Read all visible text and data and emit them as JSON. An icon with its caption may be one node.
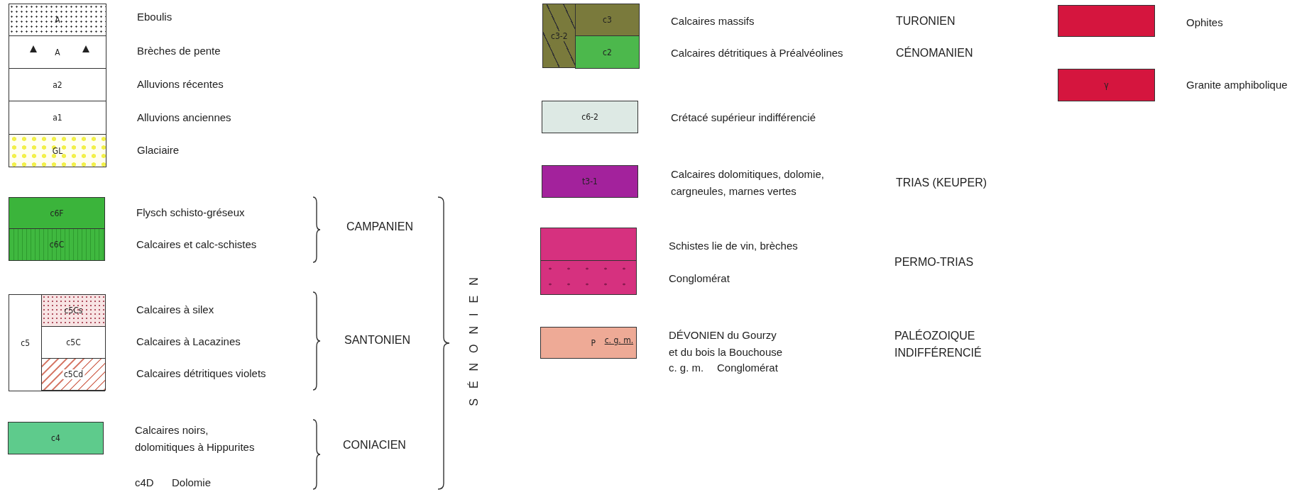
{
  "diagram": {
    "nodes": [
      {
        "text": [
          "A"
        ],
        "beside": [
          "Eboulis"
        ]
      },
      {
        "text": [
          "A"
        ],
        "beside": [
          "Brèches de pente"
        ]
      },
      {
        "text": [
          "a2"
        ],
        "beside": [
          "Alluvions récentes"
        ]
      },
      {
        "text": [
          "a1"
        ],
        "beside": [
          "Alluvions anciennes"
        ]
      },
      {
        "text": [
          "GL"
        ],
        "beside": [
          "Glaciaire"
        ]
      },
      {
        "text": [
          "c6F"
        ],
        "beside": [
          "Flysch schisto-gréseux"
        ]
      },
      {
        "text": [
          "c6C"
        ],
        "beside": [
          "Calcaires et calc-schistes"
        ]
      },
      {
        "text": [
          "c5"
        ]
      },
      {
        "text": [
          "c5Cs"
        ],
        "in": 7,
        "beside": [
          "Calcaires à silex"
        ]
      },
      {
        "text": [
          "c5C"
        ],
        "in": 7,
        "beside": [
          "Calcaires à Lacazines"
        ]
      },
      {
        "text": [
          "c5Cd"
        ],
        "in": 7,
        "beside": [
          "Calcaires détritiques violets"
        ]
      },
      {
        "text": [
          "c4"
        ],
        "beside": [
          "Calcaires noirs, dolomitiques à Hippurites"
        ]
      },
      {
        "text": [
          "c3-2"
        ]
      },
      {
        "text": [
          "c3"
        ],
        "in": 12,
        "beside": [
          "Calcaires massifs"
        ]
      },
      {
        "text": [
          "c2"
        ],
        "in": 12,
        "beside": [
          "Calcaires détritiques à Préalvéolines"
        ]
      },
      {
        "text": [
          "c6-2"
        ],
        "beside": [
          "Crétacé supérieur indifférencié"
        ]
      },
      {
        "text": [
          "t3-1"
        ],
        "beside": [
          "Calcaires dolomitiques, dolomie, cargneules, marnes vertes"
        ]
      },
      {
        "text": [],
        "shape": "box",
        "beside": [
          "Schistes lie de vin, brèches"
        ]
      },
      {
        "text": [],
        "shape": "box",
        "beside": [
          "Conglomérat"
        ]
      },
      {
        "text": [
          "P",
          "c. g. m."
        ],
        "beside": [
          "DÉVONIEN du Gourzy et du bois la Bouchouse"
        ]
      },
      {
        "text": [],
        "shape": "box",
        "beside": [
          "Ophites"
        ]
      },
      {
        "text": [
          "γ"
        ],
        "beside": [
          "Granite amphibolique"
        ]
      }
    ],
    "labels": [
      "c4D",
      "Dolomie",
      "CAMPANIEN",
      "SANTONIEN",
      "CONIACIEN",
      "SÉNONIEN",
      "TURONIEN",
      "CÉNOMANIEN",
      "TRIAS (KEUPER)",
      "PERMO-TRIAS",
      "c. g. m.",
      "Conglomérat",
      "PALÉOZOIQUE INDIFFÉRENCIÉ"
    ]
  }
}
